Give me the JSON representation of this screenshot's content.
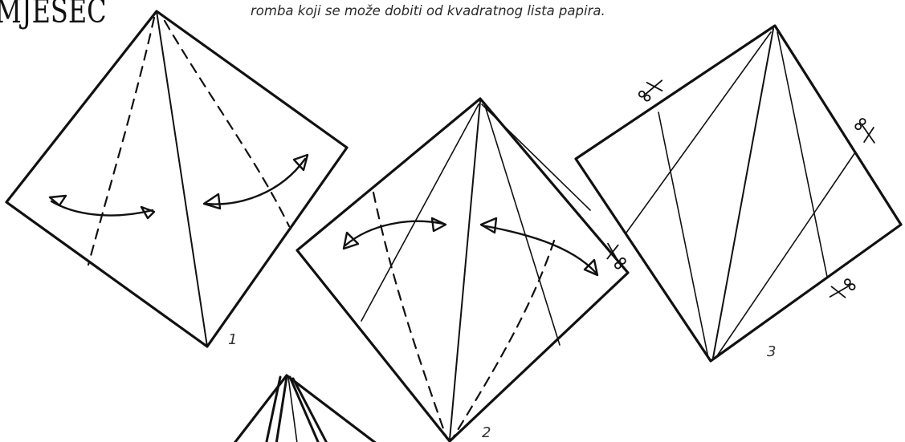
{
  "header": {
    "title_fragment": "MJESEC",
    "caption": "romba koji se može dobiti od kvadratnog lista papira."
  },
  "steps": [
    {
      "label": "1"
    },
    {
      "label": "2"
    },
    {
      "label": "3"
    }
  ],
  "colors": {
    "ink": "#111111",
    "caption_text": "#2a2a2a",
    "background": "#ffffff"
  },
  "icons": [
    "double-arrow-icon",
    "scissors-icon"
  ]
}
